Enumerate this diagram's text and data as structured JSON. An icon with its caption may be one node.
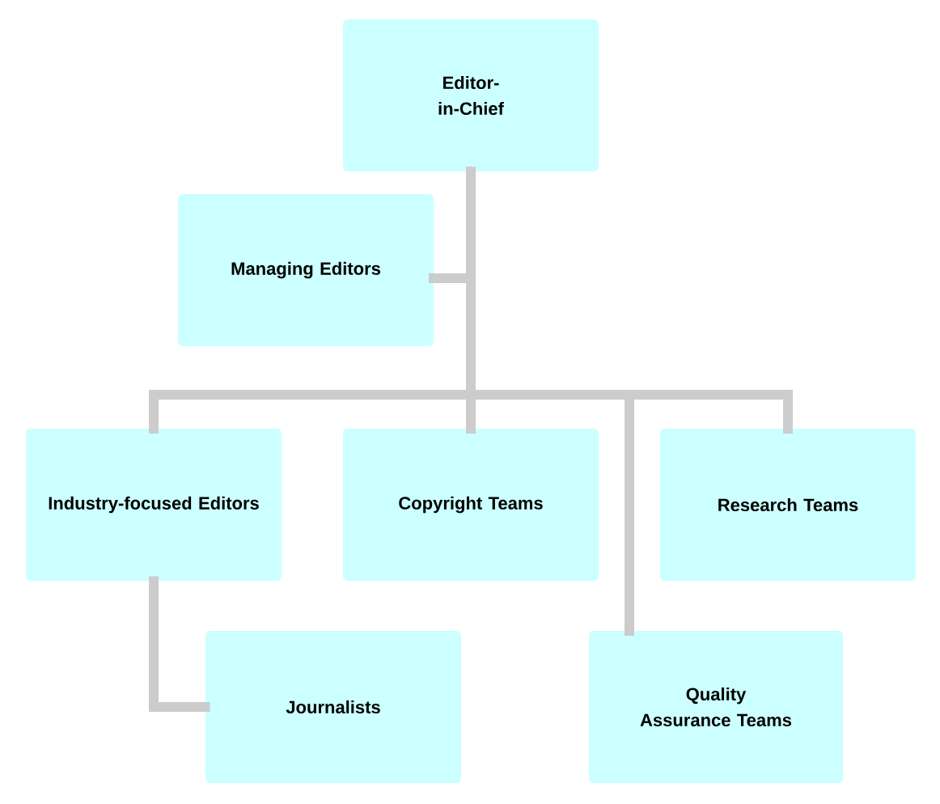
{
  "diagram": {
    "nodes": [
      {
        "text": [
          "Editor-in-Chief"
        ]
      },
      {
        "text": [
          "Managing Editors"
        ]
      },
      {
        "text": [
          "Industry-focused Editors"
        ]
      },
      {
        "text": [
          "Copyright Teams"
        ]
      },
      {
        "text": [
          "Research Teams"
        ]
      },
      {
        "text": [
          "Journalists"
        ]
      },
      {
        "text": [
          "Quality Assurance Teams"
        ]
      }
    ],
    "edges": [
      {
        "from": 0,
        "to": 1,
        "arrow": "none"
      },
      {
        "from": 0,
        "to": 2,
        "arrow": "none"
      },
      {
        "from": 0,
        "to": 3,
        "arrow": "none"
      },
      {
        "from": 0,
        "to": 4,
        "arrow": "none"
      },
      {
        "from": 0,
        "to": 6,
        "arrow": "none"
      },
      {
        "from": 2,
        "to": 5,
        "arrow": "none"
      }
    ]
  }
}
